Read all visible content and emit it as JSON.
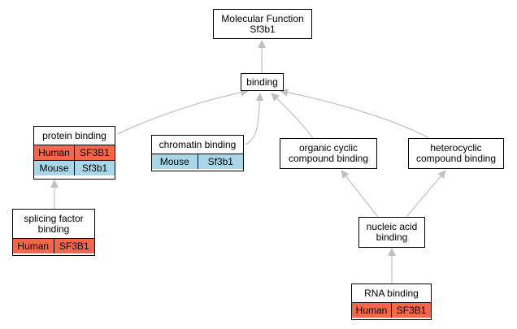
{
  "colors": {
    "human": "#f4674b",
    "mouse": "#a8d8e8",
    "edge": "#c0c0c0"
  },
  "nodes": {
    "molecular_function": {
      "title": "Molecular Function\nSf3b1"
    },
    "binding": {
      "title": "binding"
    },
    "protein_binding": {
      "title": "protein binding",
      "rows": [
        {
          "species": "Human",
          "gene": "SF3B1"
        },
        {
          "species": "Mouse",
          "gene": "Sf3b1"
        }
      ]
    },
    "chromatin_binding": {
      "title": "chromatin binding",
      "rows": [
        {
          "species": "Mouse",
          "gene": "Sf3b1"
        }
      ]
    },
    "organic_cyclic": {
      "title": "organic cyclic\ncompound binding"
    },
    "heterocyclic": {
      "title": "heterocyclic\ncompound binding"
    },
    "splicing_factor": {
      "title": "splicing factor\nbinding",
      "rows": [
        {
          "species": "Human",
          "gene": "SF3B1"
        }
      ]
    },
    "nucleic_acid": {
      "title": "nucleic acid\nbinding"
    },
    "rna_binding": {
      "title": "RNA binding",
      "rows": [
        {
          "species": "Human",
          "gene": "SF3B1"
        }
      ]
    }
  }
}
